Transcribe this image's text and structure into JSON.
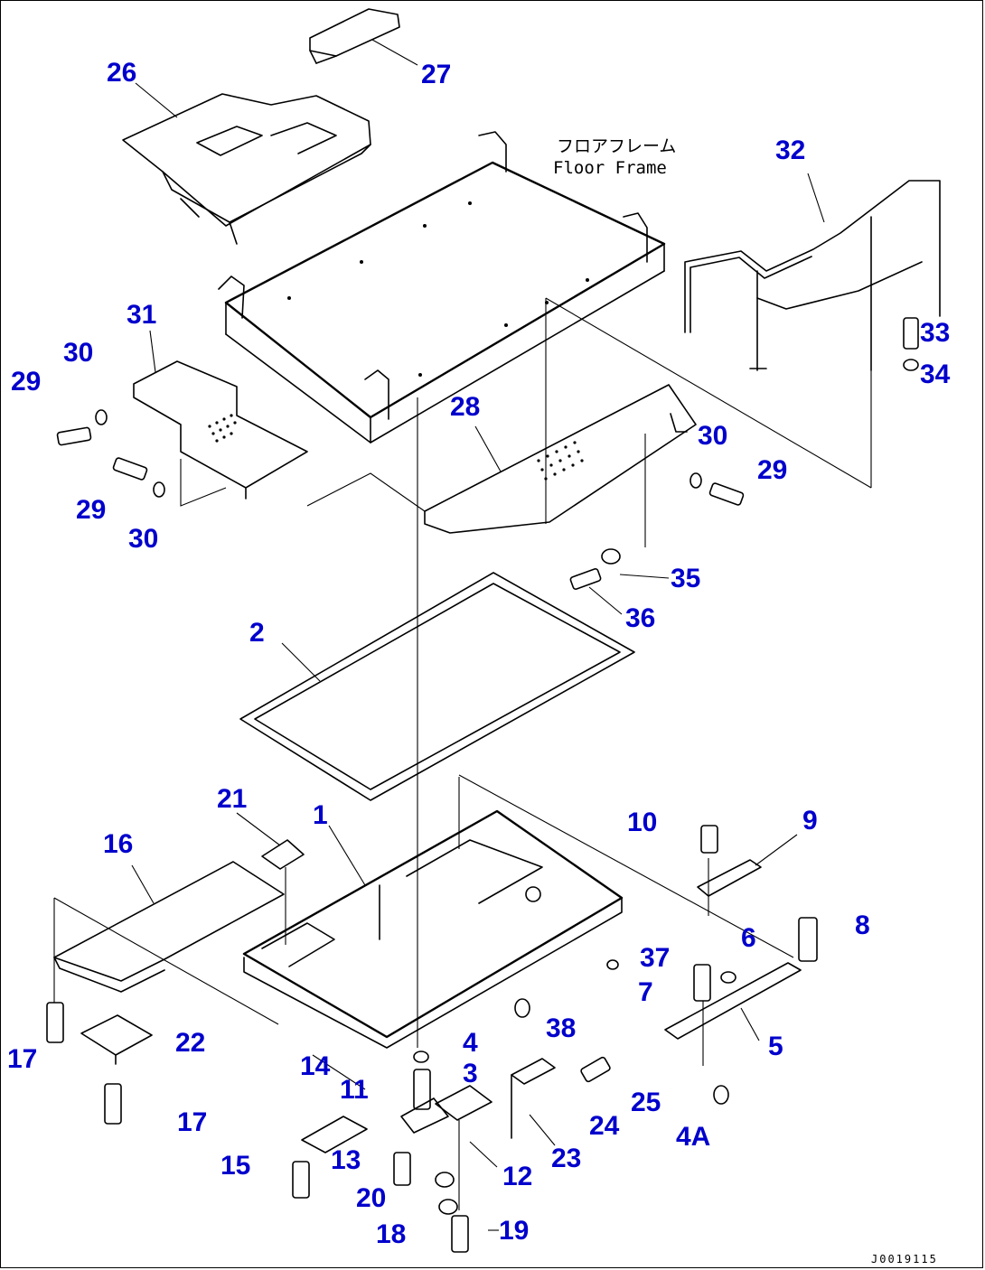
{
  "annotations": {
    "floor_frame_jp": "フロアフレーム",
    "floor_frame_en": "Floor Frame"
  },
  "drawing_code": "J0019115",
  "callouts": [
    "26",
    "27",
    "32",
    "31",
    "30",
    "29",
    "33",
    "34",
    "28",
    "30",
    "29",
    "29",
    "30",
    "35",
    "36",
    "2",
    "21",
    "1",
    "10",
    "9",
    "16",
    "8",
    "6",
    "37",
    "7",
    "38",
    "17",
    "22",
    "4",
    "5",
    "3",
    "14",
    "11",
    "25",
    "24",
    "17",
    "15",
    "13",
    "4A",
    "20",
    "12",
    "23",
    "18",
    "19"
  ],
  "colors": {
    "callout": "#0000cc",
    "line": "#000000",
    "background": "#ffffff"
  }
}
